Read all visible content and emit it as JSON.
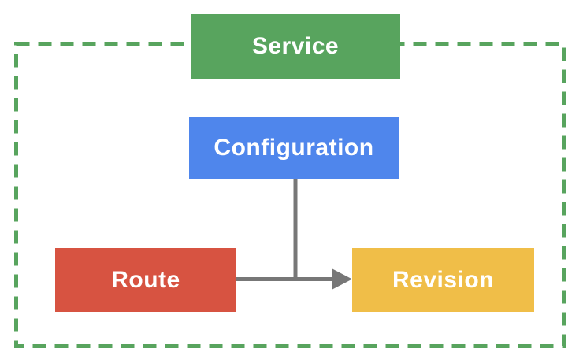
{
  "diagram": {
    "type": "flowchart",
    "boundary": {
      "shape": "dashed-rectangle",
      "color": "#58A45E"
    },
    "connector": {
      "color": "#777777",
      "arrowhead": "triangle-right"
    },
    "nodes": [
      {
        "id": "service",
        "label": "Service",
        "color": "#58A45E",
        "label_color": "#FFFFFF"
      },
      {
        "id": "configuration",
        "label": "Configuration",
        "color": "#4F86EC",
        "label_color": "#FFFFFF"
      },
      {
        "id": "route",
        "label": "Route",
        "color": "#D75341",
        "label_color": "#FFFFFF"
      },
      {
        "id": "revision",
        "label": "Revision",
        "color": "#F0BE48",
        "label_color": "#FFFFFF"
      }
    ],
    "edges": [
      {
        "from": "configuration",
        "to": "revision",
        "style": "elbow-down-then-right",
        "arrow_into": "revision"
      },
      {
        "from": "route",
        "to": "revision",
        "style": "straight-right",
        "arrow_into": "revision"
      }
    ]
  }
}
